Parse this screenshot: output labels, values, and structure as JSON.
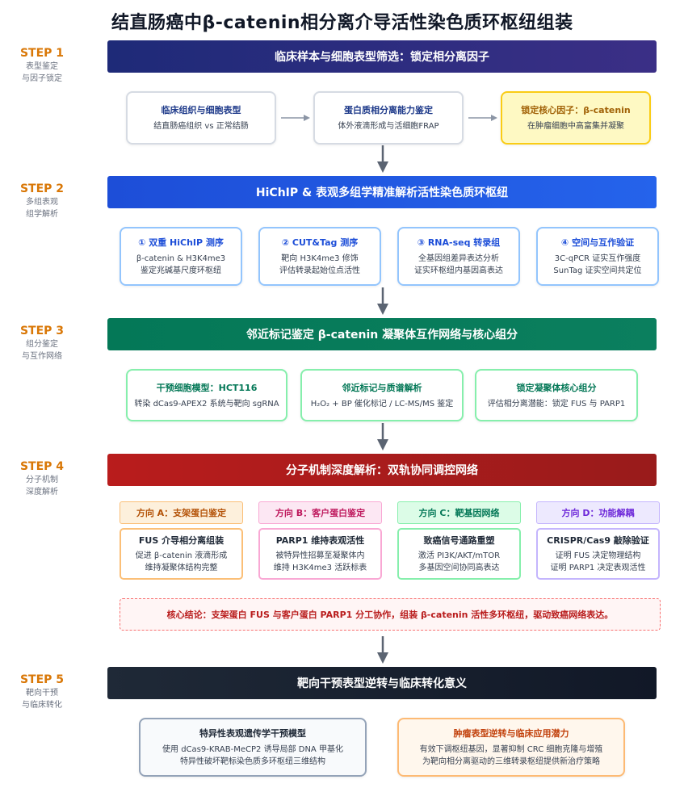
{
  "title": "结直肠癌中β-catenin相分离介导活性染色质环枢纽组装",
  "steps": [
    {
      "label": "STEP 1",
      "sub1": "表型鉴定",
      "sub2": "与因子锁定"
    },
    {
      "label": "STEP 2",
      "sub1": "多组表观",
      "sub2": "组学解析"
    },
    {
      "label": "STEP 3",
      "sub1": "组分鉴定",
      "sub2": "与互作网络"
    },
    {
      "label": "STEP 4",
      "sub1": "分子机制",
      "sub2": "深度解析"
    },
    {
      "label": "STEP 5",
      "sub1": "靶向干预",
      "sub2": "与临床转化"
    }
  ],
  "banners": [
    "临床样本与细胞表型筛选：锁定相分离因子",
    "HiChIP & 表观多组学精准解析活性染色质环枢纽",
    "邻近标记鉴定 β-catenin 凝聚体互作网络与核心组分",
    "分子机制深度解析：双轨协同调控网络",
    "靶向干预表型逆转与临床转化意义"
  ],
  "step1_cards": [
    {
      "title": "临床组织与细胞表型",
      "desc1": "结直肠癌组织 vs 正常结肠"
    },
    {
      "title": "蛋白质相分离能力鉴定",
      "desc1": "体外液滴形成与活细胞FRAP"
    },
    {
      "title": "锁定核心因子：β-catenin",
      "desc1": "在肿瘤细胞中高富集并凝聚"
    }
  ],
  "step2_cards": [
    {
      "title": "① 双重 HiChIP 测序",
      "desc1": "β-catenin & H3K4me3",
      "desc2": "鉴定兆碱基尺度环枢纽"
    },
    {
      "title": "② CUT&Tag 测序",
      "desc1": "靶向 H3K4me3 修饰",
      "desc2": "评估转录起始位点活性"
    },
    {
      "title": "③ RNA-seq 转录组",
      "desc1": "全基因组差异表达分析",
      "desc2": "证实环枢纽内基因高表达"
    },
    {
      "title": "④ 空间与互作验证",
      "desc1": "3C-qPCR 证实互作强度",
      "desc2": "SunTag 证实空间共定位"
    }
  ],
  "step3_cards": [
    {
      "title": "干预细胞模型：HCT116",
      "desc1": "转染 dCas9-APEX2 系统与靶向 sgRNA"
    },
    {
      "title": "邻近标记与质谱解析",
      "desc1": "H₂O₂ + BP 催化标记 / LC-MS/MS 鉴定"
    },
    {
      "title": "锁定凝聚体核心组分",
      "desc1": "评估相分离潜能：锁定 FUS 与 PARP1"
    }
  ],
  "directions": [
    {
      "head": "方向 A：支架蛋白鉴定",
      "title": "FUS 介导相分离组装",
      "desc1": "促进 β-catenin 液滴形成",
      "desc2": "维持凝聚体结构完整"
    },
    {
      "head": "方向 B：客户蛋白鉴定",
      "title": "PARP1 维持表观活性",
      "desc1": "被特异性招募至凝聚体内",
      "desc2": "维持 H3K4me3 活跃标表"
    },
    {
      "head": "方向 C：靶基因网络",
      "title": "致癌信号通路重塑",
      "desc1": "激活 PI3K/AKT/mTOR",
      "desc2": "多基因空间协同高表达"
    },
    {
      "head": "方向 D：功能解耦",
      "title": "CRISPR/Cas9 敲除验证",
      "desc1": "证明 FUS 决定物理结构",
      "desc2": "证明 PARP1 决定表观活性"
    }
  ],
  "conclusion": "核心结论：支架蛋白 FUS 与客户蛋白 PARP1 分工协作，组装 β-catenin 活性多环枢纽，驱动致癌网络表达。",
  "step5_cards": [
    {
      "title": "特异性表观遗传学干预模型",
      "desc1": "使用 dCas9-KRAB-MeCP2 诱导局部 DNA 甲基化",
      "desc2": "特异性破坏靶标染色质多环枢纽三维结构"
    },
    {
      "title": "肿瘤表型逆转与临床应用潜力",
      "desc1": "有效下调枢纽基因，显著抑制 CRC 细胞克隆与增殖",
      "desc2": "为靶向相分离驱动的三维转录枢纽提供新治疗策略"
    }
  ]
}
